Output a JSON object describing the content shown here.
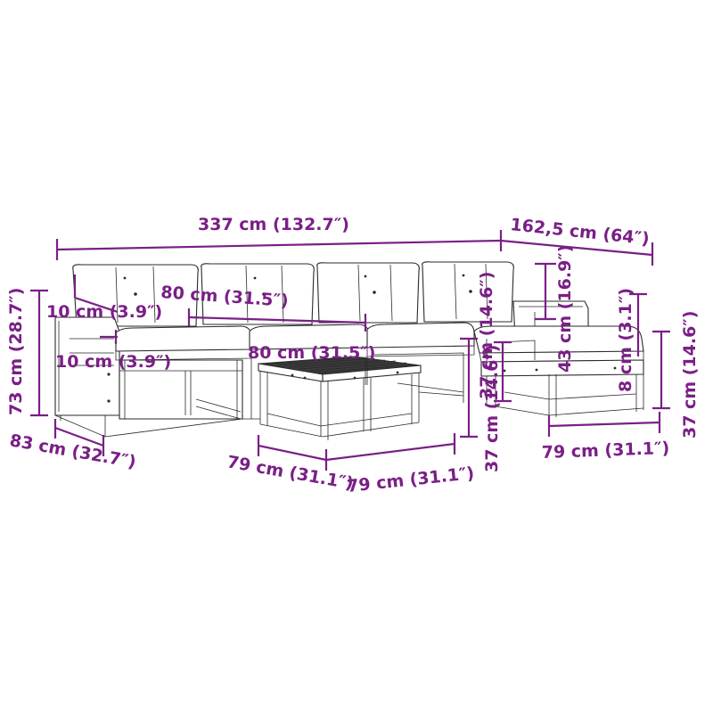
{
  "colors": {
    "dimension": "#7a1f86",
    "line_art": "#2a2a2a",
    "background": "#ffffff"
  },
  "labels": {
    "overall_width": "337 cm (132.7″)",
    "chaise_depth": "162,5 cm (64″)",
    "cushion_height": "43 cm (16.9″)",
    "armrest_width_top": "10 cm (3.9″)",
    "seat_width_top": "80 cm (31.5″)",
    "seat_width_mid": "80 cm (31.5″)",
    "armrest_width_mid": "10 cm (3.9″)",
    "back_height": "73 cm (28.7″)",
    "sofa_depth": "83 cm (32.7″)",
    "table_depth": "79 cm (31.1″)",
    "table_width": "79 cm (31.1″)",
    "table_height": "37 cm (14.6″)",
    "table_leg_height": "37 cm (14.6″)",
    "footstool_width": "79 cm (31.1″)",
    "footstool_cushion": "8 cm (3.1″)",
    "footstool_height": "37 cm (14.6″)"
  }
}
